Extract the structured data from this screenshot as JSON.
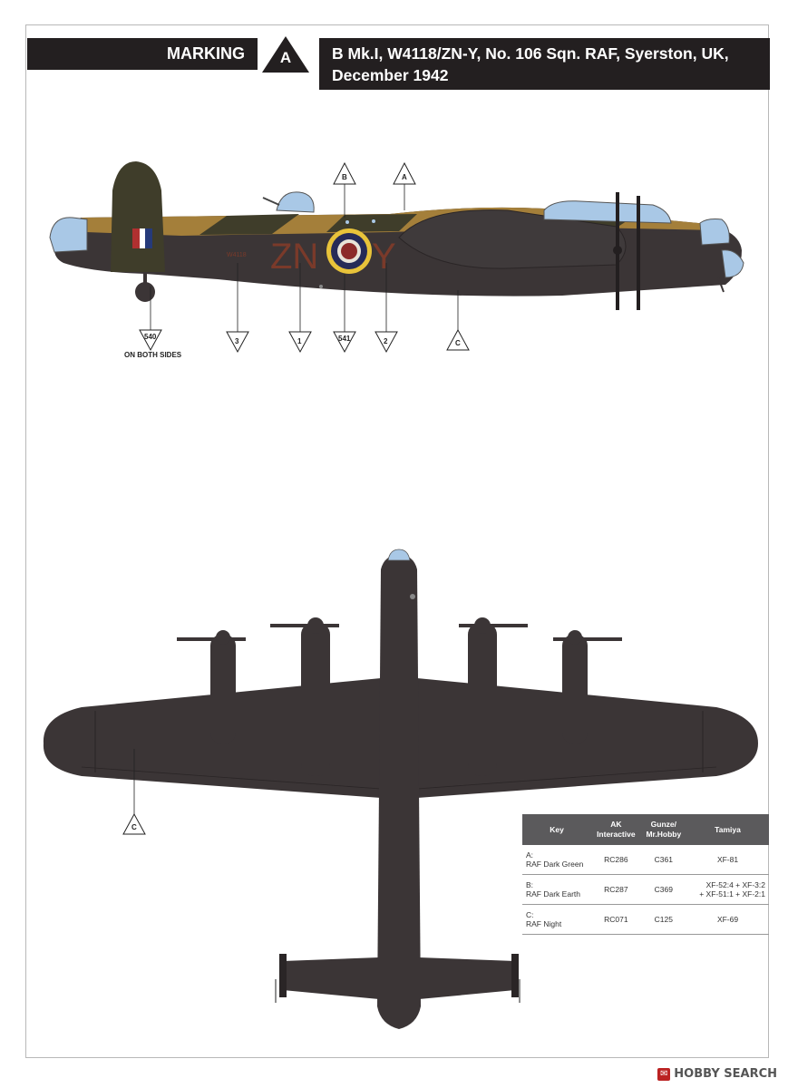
{
  "header": {
    "marking_label": "MARKING",
    "marking_letter": "A",
    "title_line1": "B Mk.I, W4118/ZN-Y, No. 106 Sqn. RAF, Syerston, UK,",
    "title_line2": "December 1942"
  },
  "side_view": {
    "serial": "W4118",
    "code_left": "ZN",
    "code_right": "Y",
    "callouts_top": [
      "B",
      "A"
    ],
    "callouts_bottom": [
      "540",
      "3",
      "1",
      "541",
      "2",
      "C"
    ],
    "decal_note": "ON BOTH SIDES"
  },
  "plan_view": {
    "callout": "C"
  },
  "paint_table": {
    "headers": [
      "Key",
      "AK\nInteractive",
      "Gunze/\nMr.Hobby",
      "Tamiya"
    ],
    "rows": [
      {
        "key": "A:",
        "name": "RAF Dark Green",
        "ak": "RC286",
        "gunze": "C361",
        "tamiya": "XF-81"
      },
      {
        "key": "B:",
        "name": "RAF Dark Earth",
        "ak": "RC287",
        "gunze": "C369",
        "tamiya": "XF-52:4 + XF-3:2\n+ XF-51:1 + XF-2:1"
      },
      {
        "key": "C:",
        "name": "RAF Night",
        "ak": "RC071",
        "gunze": "C125",
        "tamiya": "XF-69"
      }
    ]
  },
  "watermark": "HOBBY SEARCH",
  "colors": {
    "night": "#3b3536",
    "dark_earth": "#a47f3a",
    "dark_green": "#3f3d2a",
    "glass": "#a9c8e6",
    "roundel_yellow": "#e8c33a",
    "roundel_blue": "#262b57",
    "roundel_red": "#8c2a2a",
    "code_red": "#7a3a2a"
  }
}
